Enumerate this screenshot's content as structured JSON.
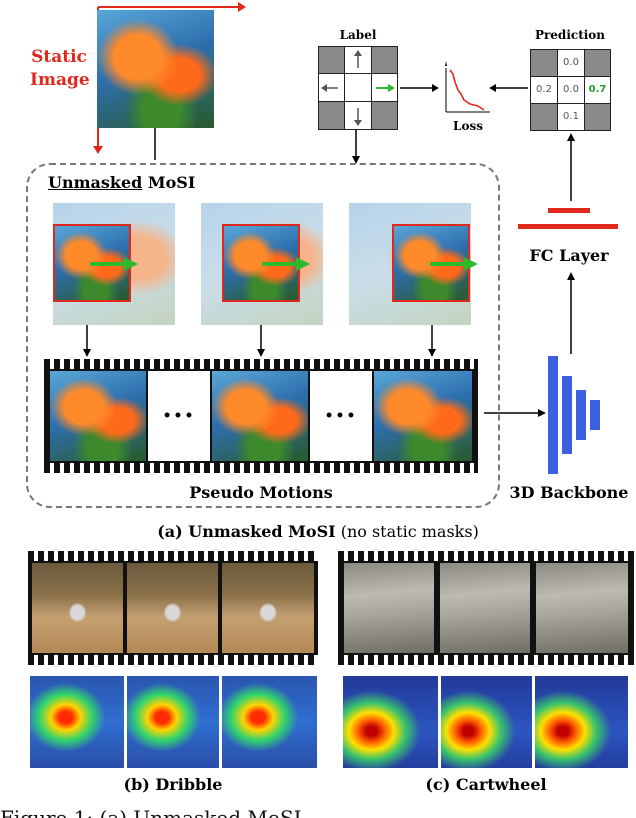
{
  "static_image_label": [
    "Static",
    "Image"
  ],
  "section_a": {
    "title_underlined": "Unmasked",
    "title_rest": " MoSI",
    "pseudo_motions": "Pseudo Motions",
    "caption_bold": "(a) Unmasked MoSI",
    "caption_rest": " (no static masks)"
  },
  "label_grid": {
    "title": "Label"
  },
  "loss_label": "Loss",
  "prediction_grid": {
    "title": "Prediction",
    "top": "0.0",
    "left": "0.2",
    "center": "0.0",
    "right": "0.7",
    "bottom": "0.1"
  },
  "fc_layer": "FC Layer",
  "backbone": "3D Backbone",
  "ellipsis": "•••",
  "caption_b": "(b) Dribble",
  "caption_c": "(c) Cartwheel",
  "footer_partial": "Figure 1: (a) Unmasked MoSI ...",
  "colors": {
    "red": "#e0281c",
    "green": "#2db82d",
    "blue": "#3b5fe0",
    "pred_highlight": "#2a9a2a"
  }
}
